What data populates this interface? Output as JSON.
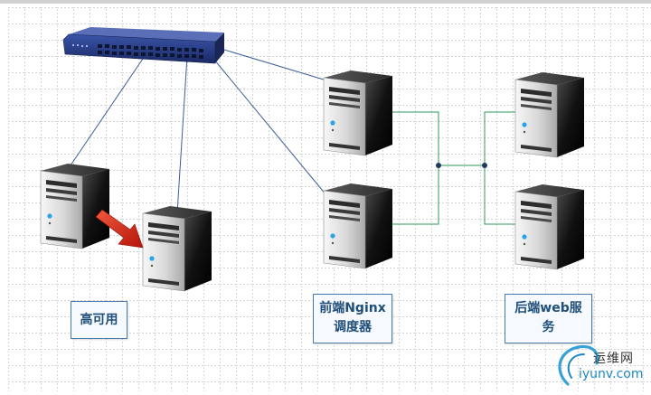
{
  "labels": {
    "ha": "高可用",
    "nginx_line1": "前端Nginx",
    "nginx_line2": "调度器",
    "web_line1": "后端web服",
    "web_line2": "务"
  },
  "watermark": {
    "top": "运维网",
    "bottom": "iyunv.com"
  },
  "colors": {
    "page_border": "#c8c8c8",
    "grid": "#8a8a8a",
    "blue_link": "#3b5f95",
    "green_link": "#2e9a5a",
    "junction": "#1e3a5f",
    "arrow": "#e03020",
    "label_border": "#4a7ba7",
    "label_text": "#1f4e79",
    "switch_body": "#2a3f8c"
  },
  "icons": {
    "switch": "network-switch-icon",
    "server": "tower-server-icon",
    "arrow": "failover-arrow-icon",
    "watermark": "swirl-logo-icon"
  }
}
